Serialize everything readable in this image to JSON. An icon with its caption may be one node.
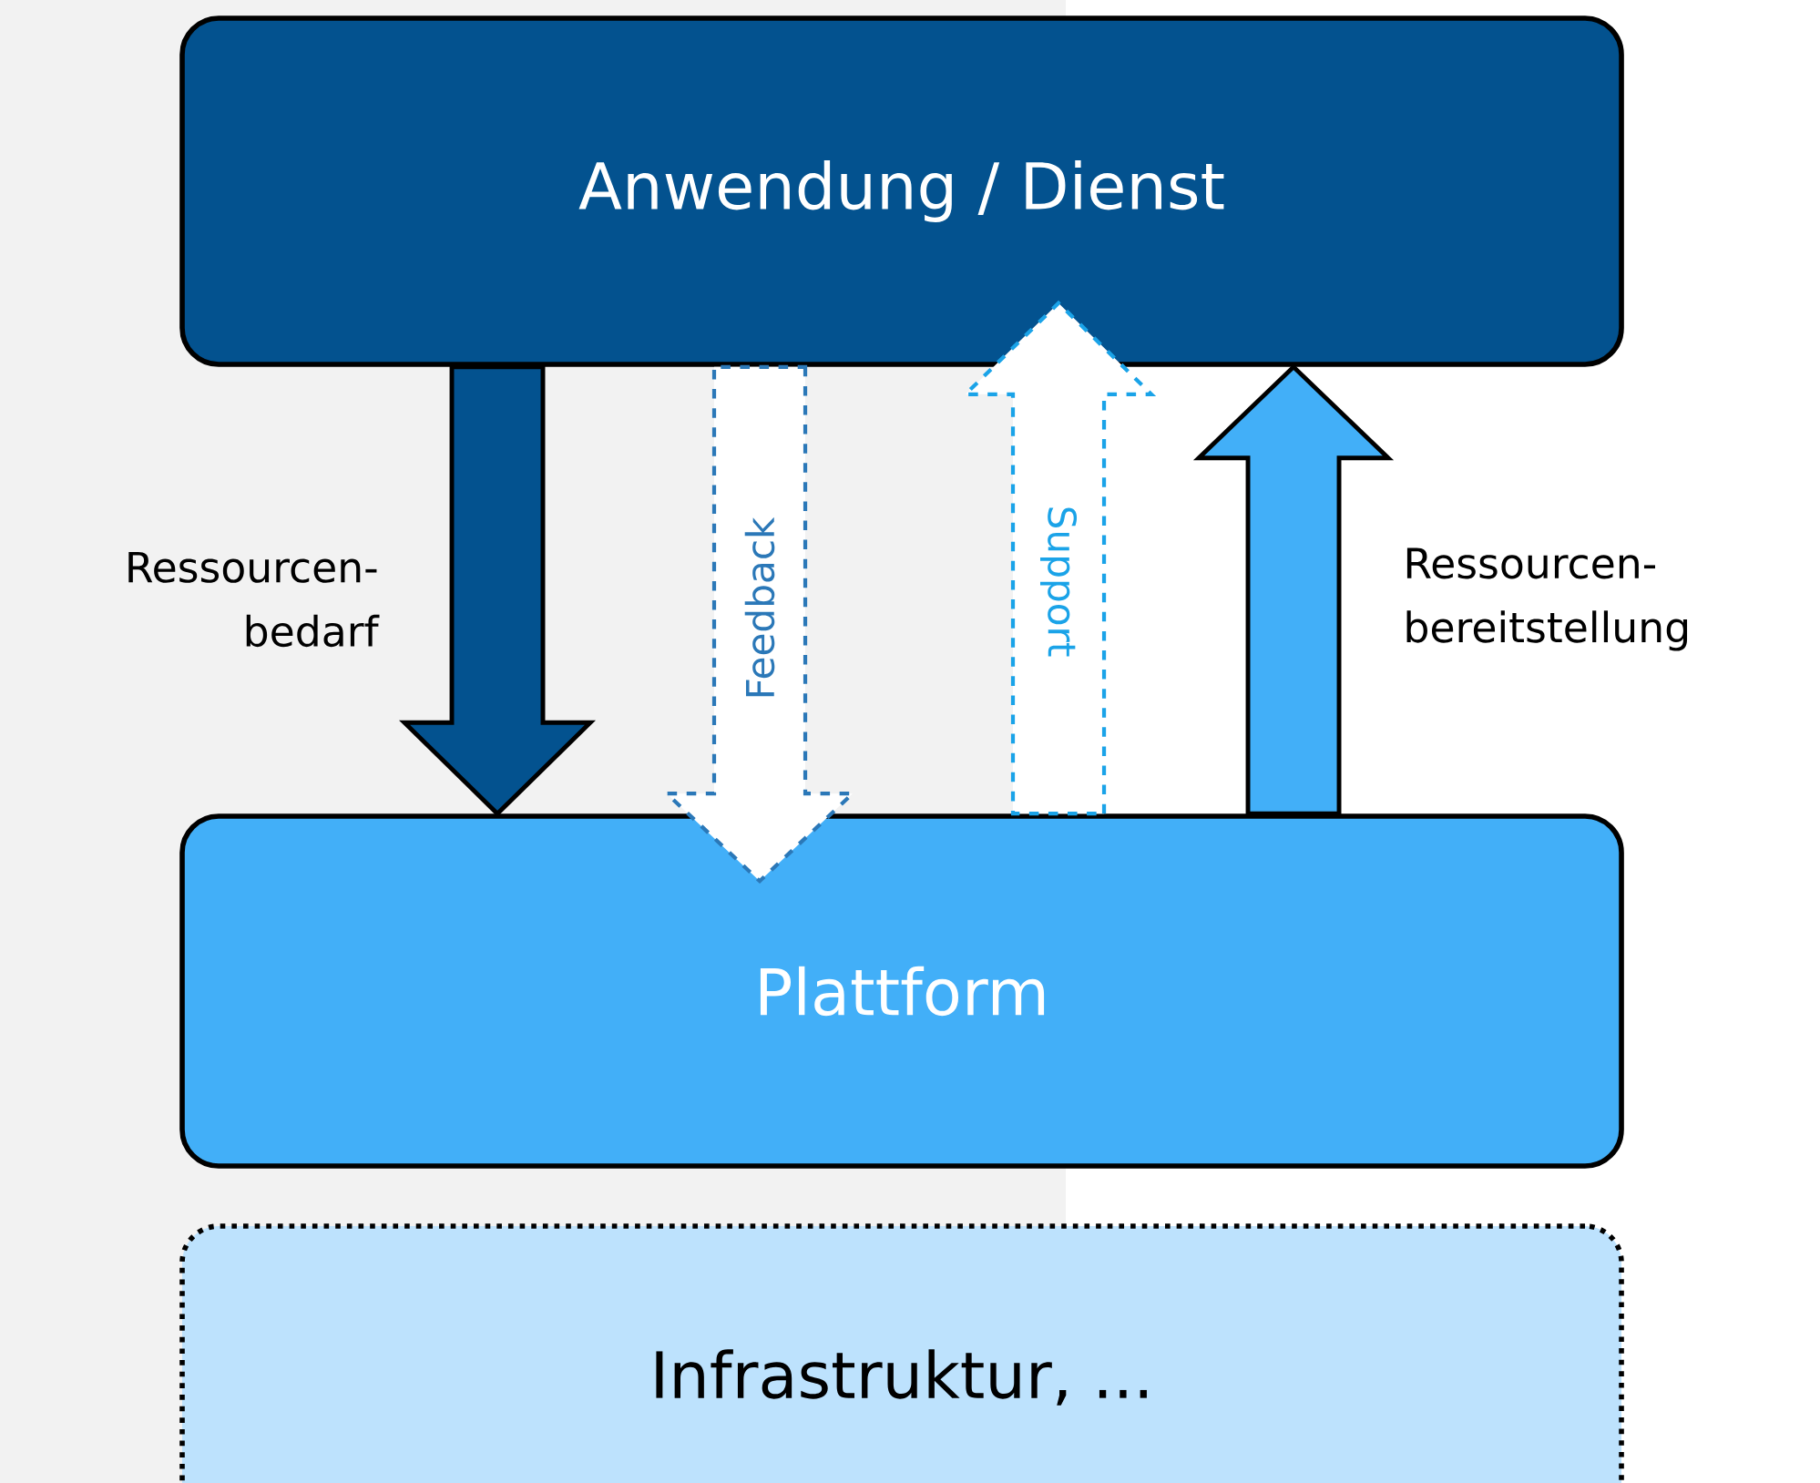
{
  "diagram": {
    "nodes": [
      {
        "text": [
          "Anwendung / Dienst"
        ]
      },
      {
        "text": [
          "Plattform"
        ]
      },
      {
        "text": [
          "Infrastruktur, ..."
        ]
      }
    ],
    "edges": [
      {
        "from": 0,
        "to": 1,
        "arrow": "to",
        "label": "Ressourcen- bedarf",
        "color": "#03528f"
      },
      {
        "from": 0,
        "to": 1,
        "arrow": "to",
        "label": "Feedback",
        "style": "dashed",
        "color": "#2b78b8"
      },
      {
        "from": 1,
        "to": 0,
        "arrow": "to",
        "label": "Support",
        "style": "dashed",
        "color": "#1aa3e8"
      },
      {
        "from": 1,
        "to": 0,
        "arrow": "to",
        "label": "Ressourcen- bereitstellung",
        "color": "#42aff8"
      }
    ]
  }
}
